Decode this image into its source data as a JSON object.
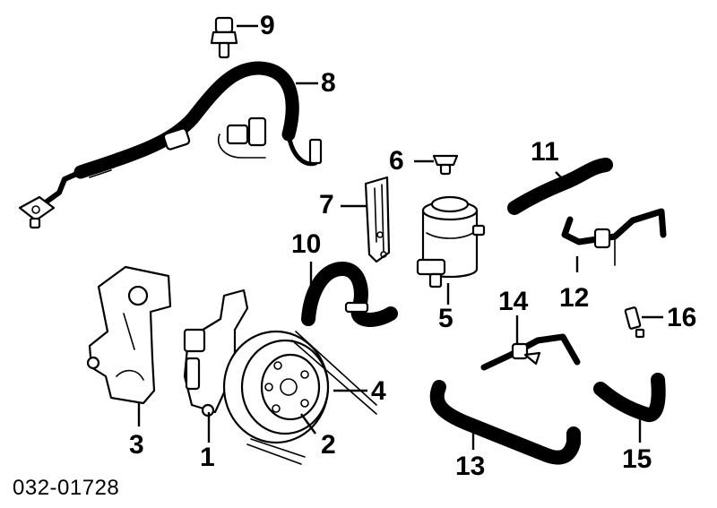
{
  "diagram": {
    "drawing_code": "032-01728",
    "callouts": [
      {
        "id": "1",
        "text": "1"
      },
      {
        "id": "2",
        "text": "2"
      },
      {
        "id": "3",
        "text": "3"
      },
      {
        "id": "4",
        "text": "4"
      },
      {
        "id": "5",
        "text": "5"
      },
      {
        "id": "6",
        "text": "6"
      },
      {
        "id": "7",
        "text": "7"
      },
      {
        "id": "8",
        "text": "8"
      },
      {
        "id": "9",
        "text": "9"
      },
      {
        "id": "10",
        "text": "10"
      },
      {
        "id": "11",
        "text": "11"
      },
      {
        "id": "12",
        "text": "12"
      },
      {
        "id": "13",
        "text": "13"
      },
      {
        "id": "14",
        "text": "14"
      },
      {
        "id": "15",
        "text": "15"
      },
      {
        "id": "16",
        "text": "16"
      }
    ]
  }
}
